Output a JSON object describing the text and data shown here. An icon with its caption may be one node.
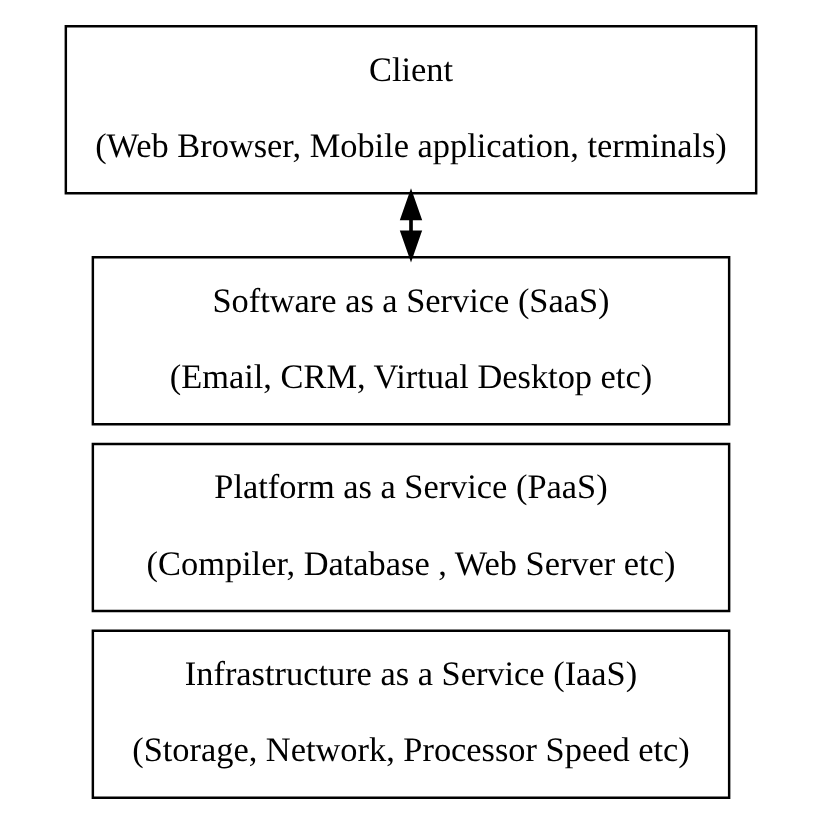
{
  "diagram": {
    "nodes": [
      {
        "text": [
          "Client",
          "(Web Browser, Mobile application, terminals)"
        ]
      },
      {
        "text": [
          "Software as a Service (SaaS)",
          "(Email, CRM, Virtual Desktop etc)"
        ]
      },
      {
        "text": [
          "Platform as a Service (PaaS)",
          "(Compiler, Database , Web Server etc)"
        ]
      },
      {
        "text": [
          "Infrastructure as a Service (IaaS)",
          "(Storage, Network, Processor Speed etc)"
        ]
      }
    ],
    "edges": [
      {
        "from": 0,
        "to": 1,
        "arrow": "both"
      }
    ]
  }
}
